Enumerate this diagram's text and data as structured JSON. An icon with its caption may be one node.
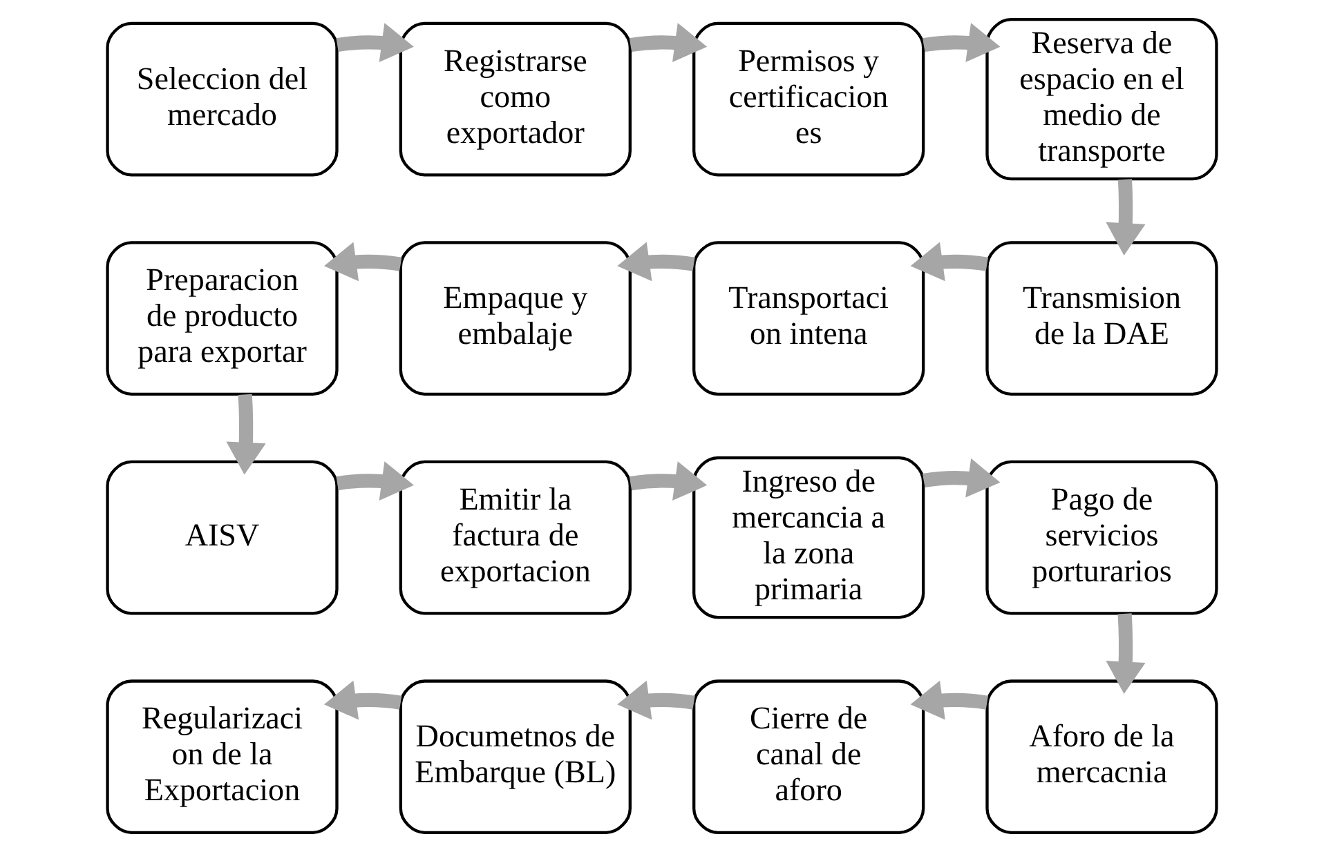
{
  "diagram": {
    "nodes": [
      {
        "text": [
          "Seleccion del mercado"
        ]
      },
      {
        "text": [
          "Registrarse como exportador"
        ]
      },
      {
        "text": [
          "Permisos y certificacion es"
        ]
      },
      {
        "text": [
          "Reserva de espacio en el medio de transporte"
        ]
      },
      {
        "text": [
          "Transmision de la DAE"
        ]
      },
      {
        "text": [
          "Transportaci on intena"
        ]
      },
      {
        "text": [
          "Empaque y embalaje"
        ]
      },
      {
        "text": [
          "Preparacion de producto para exportar"
        ]
      },
      {
        "text": [
          "AISV"
        ]
      },
      {
        "text": [
          "Emitir la factura de exportacion"
        ]
      },
      {
        "text": [
          "Ingreso de mercancia a la zona primaria"
        ]
      },
      {
        "text": [
          "Pago de servicios porturarios"
        ]
      },
      {
        "text": [
          "Aforo de la mercacnia"
        ]
      },
      {
        "text": [
          "Cierre de canal de aforo"
        ]
      },
      {
        "text": [
          "Documetnos de Embarque (BL)"
        ]
      },
      {
        "text": [
          "Regularizaci on de la Exportacion"
        ]
      }
    ],
    "edges": [
      {
        "from": 0,
        "to": 1,
        "arrow": "to"
      },
      {
        "from": 1,
        "to": 2,
        "arrow": "to"
      },
      {
        "from": 2,
        "to": 3,
        "arrow": "to"
      },
      {
        "from": 3,
        "to": 4,
        "arrow": "to"
      },
      {
        "from": 4,
        "to": 5,
        "arrow": "to"
      },
      {
        "from": 5,
        "to": 6,
        "arrow": "to"
      },
      {
        "from": 6,
        "to": 7,
        "arrow": "to"
      },
      {
        "from": 7,
        "to": 8,
        "arrow": "to"
      },
      {
        "from": 8,
        "to": 9,
        "arrow": "to"
      },
      {
        "from": 9,
        "to": 10,
        "arrow": "to"
      },
      {
        "from": 10,
        "to": 11,
        "arrow": "to"
      },
      {
        "from": 11,
        "to": 12,
        "arrow": "to"
      },
      {
        "from": 12,
        "to": 13,
        "arrow": "to"
      },
      {
        "from": 13,
        "to": 14,
        "arrow": "to"
      },
      {
        "from": 14,
        "to": 15,
        "arrow": "to"
      }
    ]
  }
}
